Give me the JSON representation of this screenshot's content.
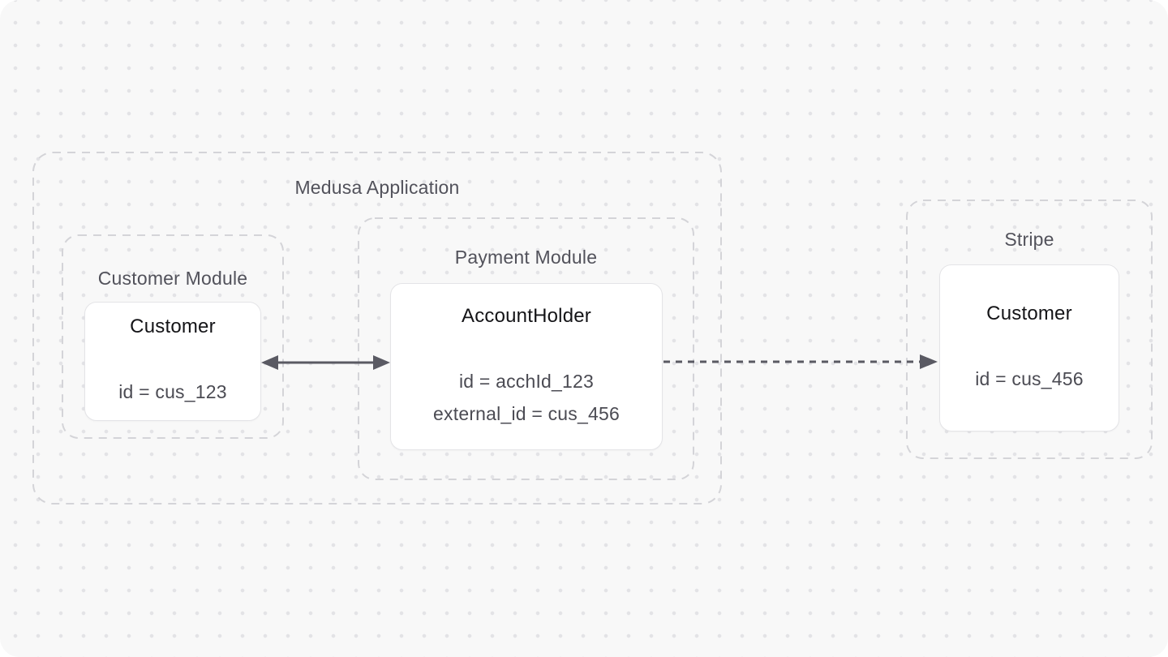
{
  "canvas": {
    "background_color": "#f8f8f8",
    "dot_color": "#e3e3e6",
    "dashed_border_color": "#d4d4d8",
    "arrow_color": "#5a5a63"
  },
  "diagram": {
    "medusa": {
      "label": "Medusa Application",
      "customer_module": {
        "label": "Customer Module",
        "entity": {
          "title": "Customer",
          "fields": [
            "id = cus_123"
          ]
        }
      },
      "payment_module": {
        "label": "Payment Module",
        "entity": {
          "title": "AccountHolder",
          "fields": [
            "id = acchId_123",
            "external_id = cus_456"
          ]
        }
      }
    },
    "stripe": {
      "label": "Stripe",
      "entity": {
        "title": "Customer",
        "fields": [
          "id = cus_456"
        ]
      }
    },
    "connections": [
      {
        "from": "customer-module-customer",
        "to": "payment-module-accountholder",
        "line_style": "solid",
        "arrowheads": "both"
      },
      {
        "from": "payment-module-accountholder",
        "to": "stripe-customer",
        "line_style": "dashed",
        "arrowheads": "end"
      }
    ]
  }
}
